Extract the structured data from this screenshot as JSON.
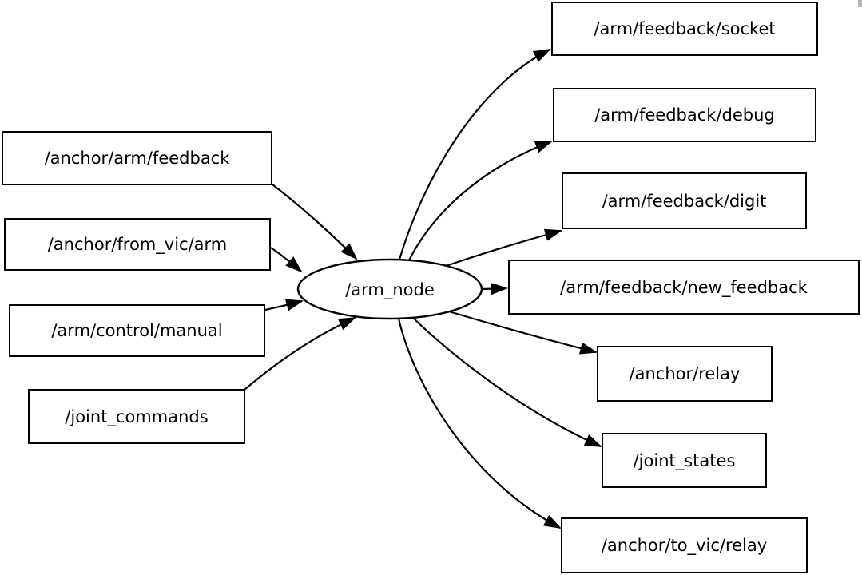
{
  "graph": {
    "node_label": "/arm_node",
    "inputs": [
      "/anchor/arm/feedback",
      "/anchor/from_vic/arm",
      "/arm/control/manual",
      "/joint_commands"
    ],
    "outputs": [
      "/arm/feedback/socket",
      "/arm/feedback/debug",
      "/arm/feedback/digit",
      "/arm/feedback/new_feedback",
      "/anchor/relay",
      "/joint_states",
      "/anchor/to_vic/relay"
    ],
    "colors": {
      "stroke": "#000000",
      "node_fill": "#ffffff",
      "background": "#ffffff"
    }
  }
}
